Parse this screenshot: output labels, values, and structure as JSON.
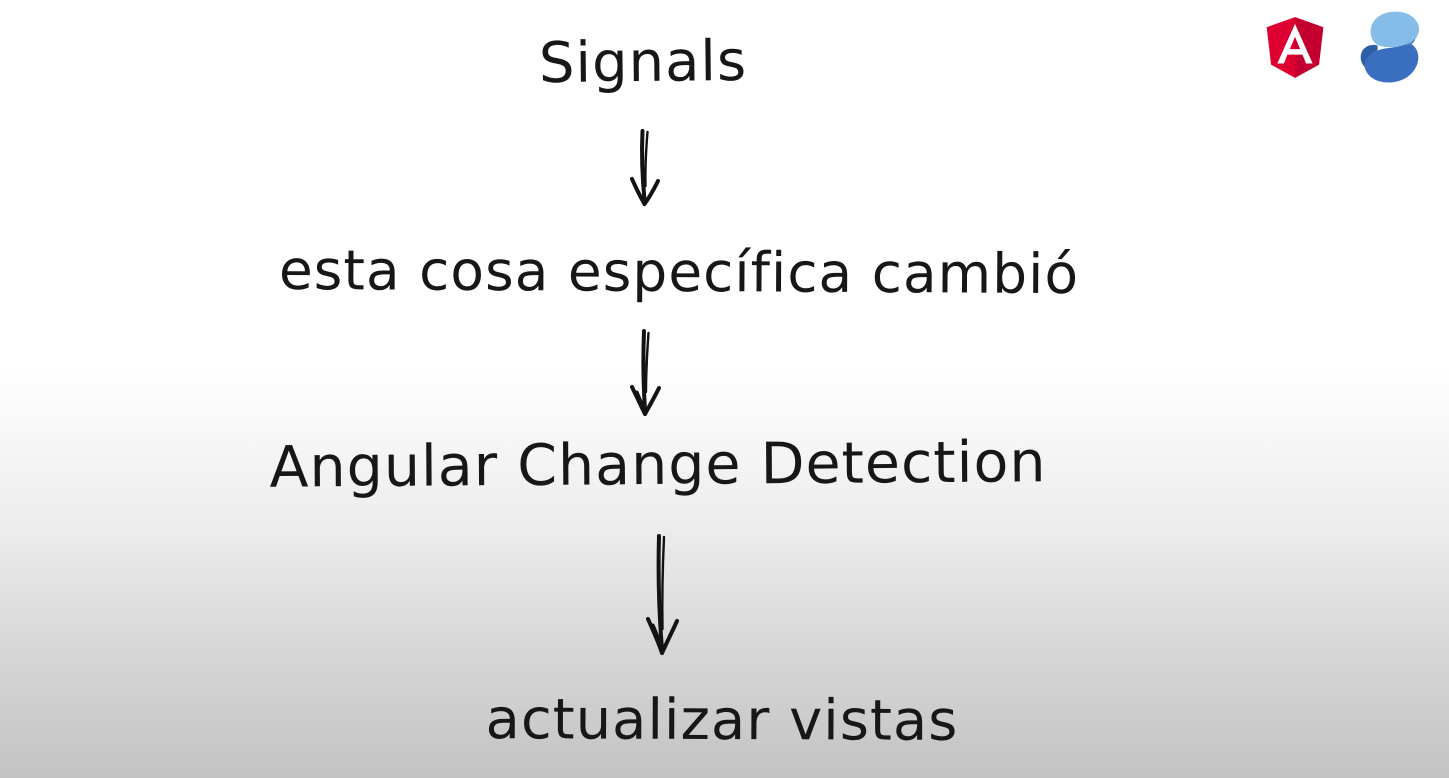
{
  "page": {
    "title": "Signals change-detection flow (hand-drawn slide)"
  },
  "diagram": {
    "nodes": [
      {
        "id": "signals",
        "label": "Signals"
      },
      {
        "id": "specific-change",
        "label": "esta cosa específica cambió"
      },
      {
        "id": "angular-change-detection",
        "label": "Angular Change Detection"
      },
      {
        "id": "update-views",
        "label": "actualizar vistas"
      }
    ],
    "arrows": [
      {
        "from": "signals",
        "to": "specific-change",
        "direction": "down"
      },
      {
        "from": "specific-change",
        "to": "angular-change-detection",
        "direction": "down"
      },
      {
        "from": "angular-change-detection",
        "to": "update-views",
        "direction": "down"
      }
    ]
  },
  "logos": {
    "angular": "angular-logo",
    "signals": "signals-logo"
  },
  "colors": {
    "ink": "#171717",
    "background_top": "#ffffff",
    "background_bottom": "#c3c3c3",
    "angular_red": "#dd0031",
    "angular_red_dark": "#c3002f",
    "angular_letter": "#ffffff",
    "signals_light_blue": "#85bde8",
    "signals_blue": "#3a6fc0",
    "signals_blue_dark": "#2f5ea8"
  }
}
